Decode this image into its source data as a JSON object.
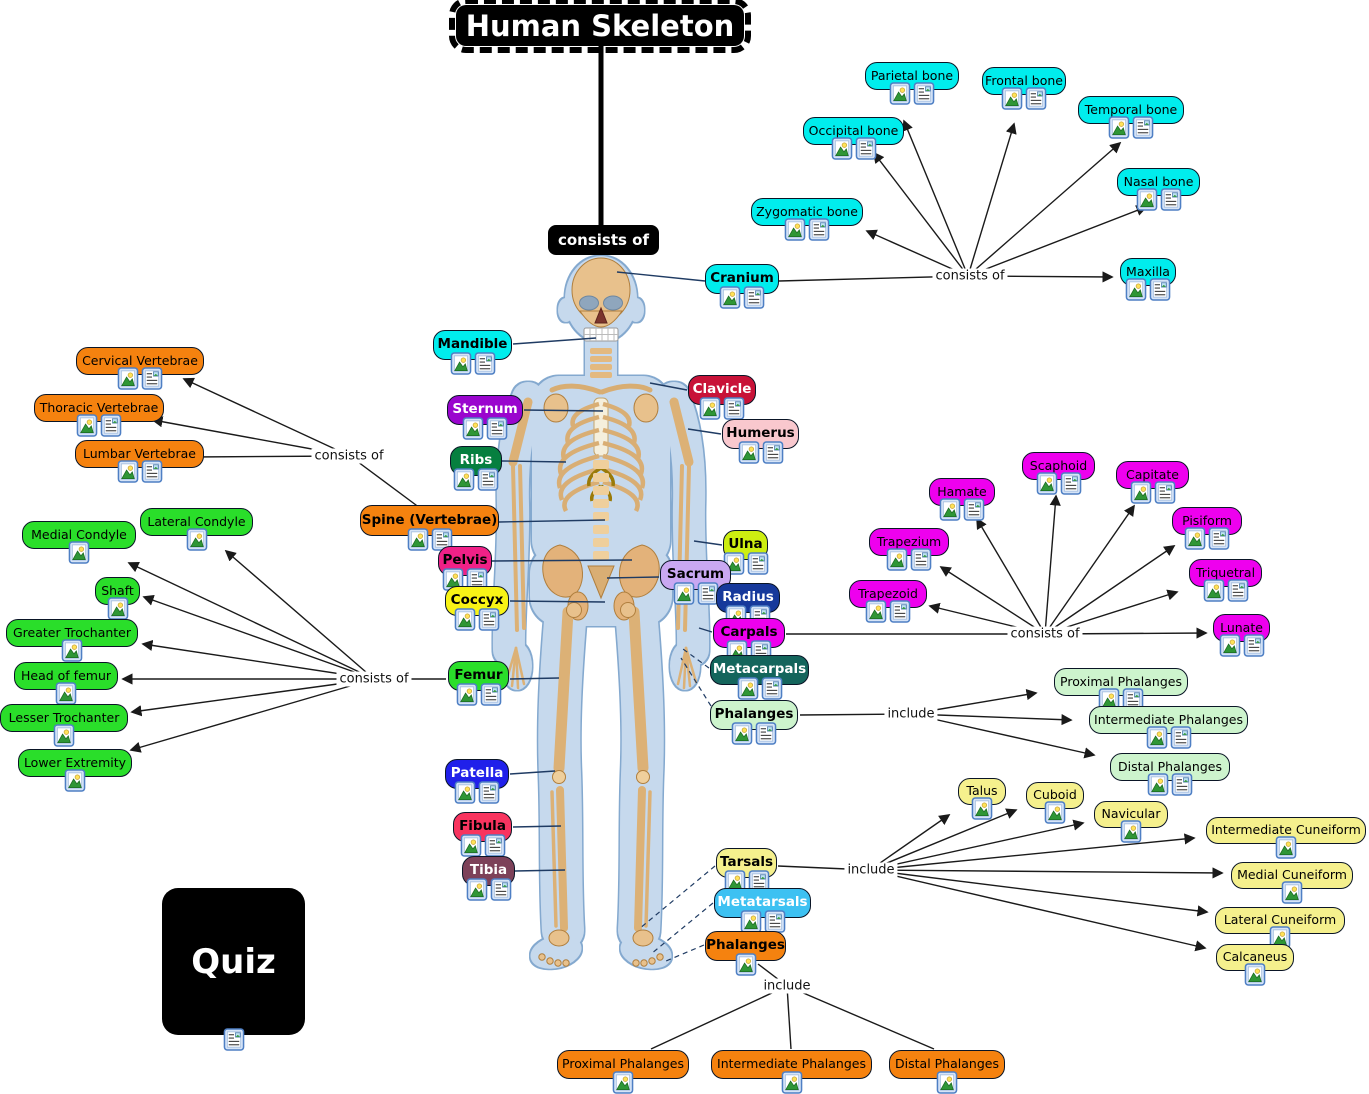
{
  "title": {
    "label": "Human Skeleton"
  },
  "root_connector": {
    "label": "consists of"
  },
  "quiz": {
    "label": "Quiz"
  },
  "connector_labels": {
    "skull": "consists of",
    "spine": "consists of",
    "femur": "consists of",
    "carpals": "consists of",
    "hand_phalanges": "include",
    "tarsals": "include",
    "foot_phalanges": "include"
  },
  "palette": {
    "cyan": "#00EDED",
    "orange": "#F5820F",
    "purple": "#9A05CE",
    "dark_green": "#067F3F",
    "crimson": "#C81238",
    "pink": "#F9C8CE",
    "chartreuse": "#CDEE11",
    "lavender": "#C9A8F2",
    "navy": "#16399B",
    "magenta": "#EE00EE",
    "teal": "#14655C",
    "light_green": "#CDF4CD",
    "deep_pink": "#F02187",
    "yellow": "#F8F316",
    "bright_green": "#2ADE2A",
    "blue": "#2020EA",
    "fibula_red": "#F8345F",
    "puce": "#7D4159",
    "pale_yellow": "#F5F08D",
    "sky_blue": "#3DC1F2",
    "black": "#000000",
    "white": "#FFFFFF"
  },
  "nodes": [
    {
      "id": "parietal-bone",
      "label": "Parietal bone",
      "bg": "#00EDED",
      "fg": "#000000",
      "bold": false,
      "icons": [
        "image",
        "note"
      ]
    },
    {
      "id": "frontal-bone",
      "label": "Frontal bone",
      "bg": "#00EDED",
      "fg": "#000000",
      "bold": false,
      "icons": [
        "image",
        "note"
      ]
    },
    {
      "id": "temporal-bone",
      "label": "Temporal bone",
      "bg": "#00EDED",
      "fg": "#000000",
      "bold": false,
      "icons": [
        "image",
        "note"
      ]
    },
    {
      "id": "occipital-bone",
      "label": "Occipital bone",
      "bg": "#00EDED",
      "fg": "#000000",
      "bold": false,
      "icons": [
        "image",
        "note"
      ]
    },
    {
      "id": "nasal-bone",
      "label": "Nasal bone",
      "bg": "#00EDED",
      "fg": "#000000",
      "bold": false,
      "icons": [
        "image",
        "note"
      ]
    },
    {
      "id": "zygomatic-bone",
      "label": "Zygomatic bone",
      "bg": "#00EDED",
      "fg": "#000000",
      "bold": false,
      "icons": [
        "image",
        "note"
      ]
    },
    {
      "id": "maxilla",
      "label": "Maxilla",
      "bg": "#00EDED",
      "fg": "#000000",
      "bold": false,
      "icons": [
        "image",
        "note"
      ]
    },
    {
      "id": "cranium",
      "label": "Cranium",
      "bg": "#00EDED",
      "fg": "#000000",
      "bold": true,
      "icons": [
        "image",
        "note"
      ]
    },
    {
      "id": "mandible",
      "label": "Mandible",
      "bg": "#00EDED",
      "fg": "#000000",
      "bold": true,
      "icons": [
        "image",
        "note"
      ]
    },
    {
      "id": "cervical-vertebrae",
      "label": "Cervical Vertebrae",
      "bg": "#F5820F",
      "fg": "#000000",
      "bold": false,
      "icons": [
        "image",
        "note"
      ]
    },
    {
      "id": "thoracic-vertebrae",
      "label": "Thoracic Vertebrae",
      "bg": "#F5820F",
      "fg": "#000000",
      "bold": false,
      "icons": [
        "image",
        "note"
      ]
    },
    {
      "id": "lumbar-vertebrae",
      "label": "Lumbar Vertebrae",
      "bg": "#F5820F",
      "fg": "#000000",
      "bold": false,
      "icons": [
        "image",
        "note"
      ]
    },
    {
      "id": "spine-vertebrae",
      "label": "Spine (Vertebrae)",
      "bg": "#F5820F",
      "fg": "#000000",
      "bold": true,
      "icons": [
        "image",
        "note"
      ]
    },
    {
      "id": "sternum",
      "label": "Sternum",
      "bg": "#9A05CE",
      "fg": "#FFFFFF",
      "bold": true,
      "icons": [
        "image",
        "note"
      ]
    },
    {
      "id": "ribs",
      "label": "Ribs",
      "bg": "#067F3F",
      "fg": "#FFFFFF",
      "bold": true,
      "icons": [
        "image",
        "note"
      ]
    },
    {
      "id": "clavicle",
      "label": "Clavicle",
      "bg": "#C81238",
      "fg": "#FFFFFF",
      "bold": true,
      "icons": [
        "image",
        "note"
      ]
    },
    {
      "id": "humerus",
      "label": "Humerus",
      "bg": "#F9C8CE",
      "fg": "#000000",
      "bold": true,
      "icons": [
        "image",
        "note"
      ]
    },
    {
      "id": "ulna",
      "label": "Ulna",
      "bg": "#CDEE11",
      "fg": "#000000",
      "bold": true,
      "icons": [
        "image",
        "note"
      ]
    },
    {
      "id": "sacrum",
      "label": "Sacrum",
      "bg": "#C9A8F2",
      "fg": "#000000",
      "bold": true,
      "icons": [
        "image",
        "note"
      ]
    },
    {
      "id": "radius",
      "label": "Radius",
      "bg": "#16399B",
      "fg": "#FFFFFF",
      "bold": true,
      "icons": [
        "image",
        "note"
      ]
    },
    {
      "id": "carpals",
      "label": "Carpals",
      "bg": "#EE00EE",
      "fg": "#000000",
      "bold": true,
      "icons": [
        "image",
        "note"
      ]
    },
    {
      "id": "metacarpals",
      "label": "Metacarpals",
      "bg": "#14655C",
      "fg": "#FFFFFF",
      "bold": true,
      "icons": [
        "image",
        "note"
      ]
    },
    {
      "id": "phalanges-hand",
      "label": "Phalanges",
      "bg": "#CDF4CD",
      "fg": "#000000",
      "bold": true,
      "icons": [
        "image",
        "note"
      ]
    },
    {
      "id": "pelvis",
      "label": "Pelvis",
      "bg": "#F02187",
      "fg": "#000000",
      "bold": true,
      "icons": [
        "image",
        "note"
      ]
    },
    {
      "id": "coccyx",
      "label": "Coccyx",
      "bg": "#F8F316",
      "fg": "#000000",
      "bold": true,
      "icons": [
        "image",
        "note"
      ]
    },
    {
      "id": "femur",
      "label": "Femur",
      "bg": "#2ADE2A",
      "fg": "#000000",
      "bold": true,
      "icons": [
        "image",
        "note"
      ]
    },
    {
      "id": "patella",
      "label": "Patella",
      "bg": "#2020EA",
      "fg": "#FFFFFF",
      "bold": true,
      "icons": [
        "image",
        "note"
      ]
    },
    {
      "id": "fibula",
      "label": "Fibula",
      "bg": "#F8345F",
      "fg": "#000000",
      "bold": true,
      "icons": [
        "image",
        "note"
      ]
    },
    {
      "id": "tibia",
      "label": "Tibia",
      "bg": "#7D4159",
      "fg": "#FFFFFF",
      "bold": true,
      "icons": [
        "image",
        "note"
      ]
    },
    {
      "id": "tarsals",
      "label": "Tarsals",
      "bg": "#F5F08D",
      "fg": "#000000",
      "bold": true,
      "icons": [
        "image",
        "note"
      ]
    },
    {
      "id": "metatarsals",
      "label": "Metatarsals",
      "bg": "#3DC1F2",
      "fg": "#FFFFFF",
      "bold": true,
      "icons": [
        "image",
        "note"
      ]
    },
    {
      "id": "phalanges-foot",
      "label": "Phalanges",
      "bg": "#F5820F",
      "fg": "#000000",
      "bold": true,
      "icons": [
        "image"
      ]
    },
    {
      "id": "medial-condyle",
      "label": "Medial Condyle",
      "bg": "#2ADE2A",
      "fg": "#000000",
      "bold": false,
      "icons": [
        "image"
      ]
    },
    {
      "id": "lateral-condyle",
      "label": "Lateral Condyle",
      "bg": "#2ADE2A",
      "fg": "#000000",
      "bold": false,
      "icons": [
        "image"
      ]
    },
    {
      "id": "shaft",
      "label": "Shaft",
      "bg": "#2ADE2A",
      "fg": "#000000",
      "bold": false,
      "icons": [
        "image"
      ]
    },
    {
      "id": "greater-trochanter",
      "label": "Greater Trochanter",
      "bg": "#2ADE2A",
      "fg": "#000000",
      "bold": false,
      "icons": [
        "image"
      ]
    },
    {
      "id": "head-of-femur",
      "label": "Head of femur",
      "bg": "#2ADE2A",
      "fg": "#000000",
      "bold": false,
      "icons": [
        "image"
      ]
    },
    {
      "id": "lesser-trochanter",
      "label": "Lesser Trochanter",
      "bg": "#2ADE2A",
      "fg": "#000000",
      "bold": false,
      "icons": [
        "image"
      ]
    },
    {
      "id": "lower-extremity",
      "label": "Lower Extremity",
      "bg": "#2ADE2A",
      "fg": "#000000",
      "bold": false,
      "icons": [
        "image"
      ]
    },
    {
      "id": "scaphoid",
      "label": "Scaphoid",
      "bg": "#EE00EE",
      "fg": "#000000",
      "bold": false,
      "icons": [
        "image",
        "note"
      ]
    },
    {
      "id": "capitate",
      "label": "Capitate",
      "bg": "#EE00EE",
      "fg": "#000000",
      "bold": false,
      "icons": [
        "image",
        "note"
      ]
    },
    {
      "id": "hamate",
      "label": "Hamate",
      "bg": "#EE00EE",
      "fg": "#000000",
      "bold": false,
      "icons": [
        "image",
        "note"
      ]
    },
    {
      "id": "pisiform",
      "label": "Pisiform",
      "bg": "#EE00EE",
      "fg": "#000000",
      "bold": false,
      "icons": [
        "image",
        "note"
      ]
    },
    {
      "id": "trapezium",
      "label": "Trapezium",
      "bg": "#EE00EE",
      "fg": "#000000",
      "bold": false,
      "icons": [
        "image",
        "note"
      ]
    },
    {
      "id": "triquetral",
      "label": "Triquetral",
      "bg": "#EE00EE",
      "fg": "#000000",
      "bold": false,
      "icons": [
        "image",
        "note"
      ]
    },
    {
      "id": "trapezoid",
      "label": "Trapezoid",
      "bg": "#EE00EE",
      "fg": "#000000",
      "bold": false,
      "icons": [
        "image",
        "note"
      ]
    },
    {
      "id": "lunate",
      "label": "Lunate",
      "bg": "#EE00EE",
      "fg": "#000000",
      "bold": false,
      "icons": [
        "image",
        "note"
      ]
    },
    {
      "id": "proximal-phalanges-hand",
      "label": "Proximal Phalanges",
      "bg": "#CDF4CD",
      "fg": "#000000",
      "bold": false,
      "icons": [
        "image",
        "note"
      ]
    },
    {
      "id": "intermediate-phalanges-hand",
      "label": "Intermediate Phalanges",
      "bg": "#CDF4CD",
      "fg": "#000000",
      "bold": false,
      "icons": [
        "image",
        "note"
      ]
    },
    {
      "id": "distal-phalanges-hand",
      "label": "Distal Phalanges",
      "bg": "#CDF4CD",
      "fg": "#000000",
      "bold": false,
      "icons": [
        "image",
        "note"
      ]
    },
    {
      "id": "talus",
      "label": "Talus",
      "bg": "#F5F08D",
      "fg": "#000000",
      "bold": false,
      "icons": [
        "image"
      ]
    },
    {
      "id": "cuboid",
      "label": "Cuboid",
      "bg": "#F5F08D",
      "fg": "#000000",
      "bold": false,
      "icons": [
        "image"
      ]
    },
    {
      "id": "navicular",
      "label": "Navicular",
      "bg": "#F5F08D",
      "fg": "#000000",
      "bold": false,
      "icons": [
        "image"
      ]
    },
    {
      "id": "intermediate-cuneiform",
      "label": "Intermediate Cuneiform",
      "bg": "#F5F08D",
      "fg": "#000000",
      "bold": false,
      "icons": [
        "image"
      ]
    },
    {
      "id": "medial-cuneiform",
      "label": "Medial Cuneiform",
      "bg": "#F5F08D",
      "fg": "#000000",
      "bold": false,
      "icons": [
        "image"
      ]
    },
    {
      "id": "lateral-cuneiform",
      "label": "Lateral Cuneiform",
      "bg": "#F5F08D",
      "fg": "#000000",
      "bold": false,
      "icons": [
        "image"
      ]
    },
    {
      "id": "calcaneus",
      "label": "Calcaneus",
      "bg": "#F5F08D",
      "fg": "#000000",
      "bold": false,
      "icons": [
        "image"
      ]
    },
    {
      "id": "proximal-phalanges-foot",
      "label": "Proximal Phalanges",
      "bg": "#F5820F",
      "fg": "#000000",
      "bold": false,
      "icons": [
        "image"
      ]
    },
    {
      "id": "intermediate-phalanges-foot",
      "label": "Intermediate Phalanges",
      "bg": "#F5820F",
      "fg": "#000000",
      "bold": false,
      "icons": [
        "image"
      ]
    },
    {
      "id": "distal-phalanges-foot",
      "label": "Distal Phalanges",
      "bg": "#F5820F",
      "fg": "#000000",
      "bold": false,
      "icons": [
        "image"
      ]
    }
  ]
}
